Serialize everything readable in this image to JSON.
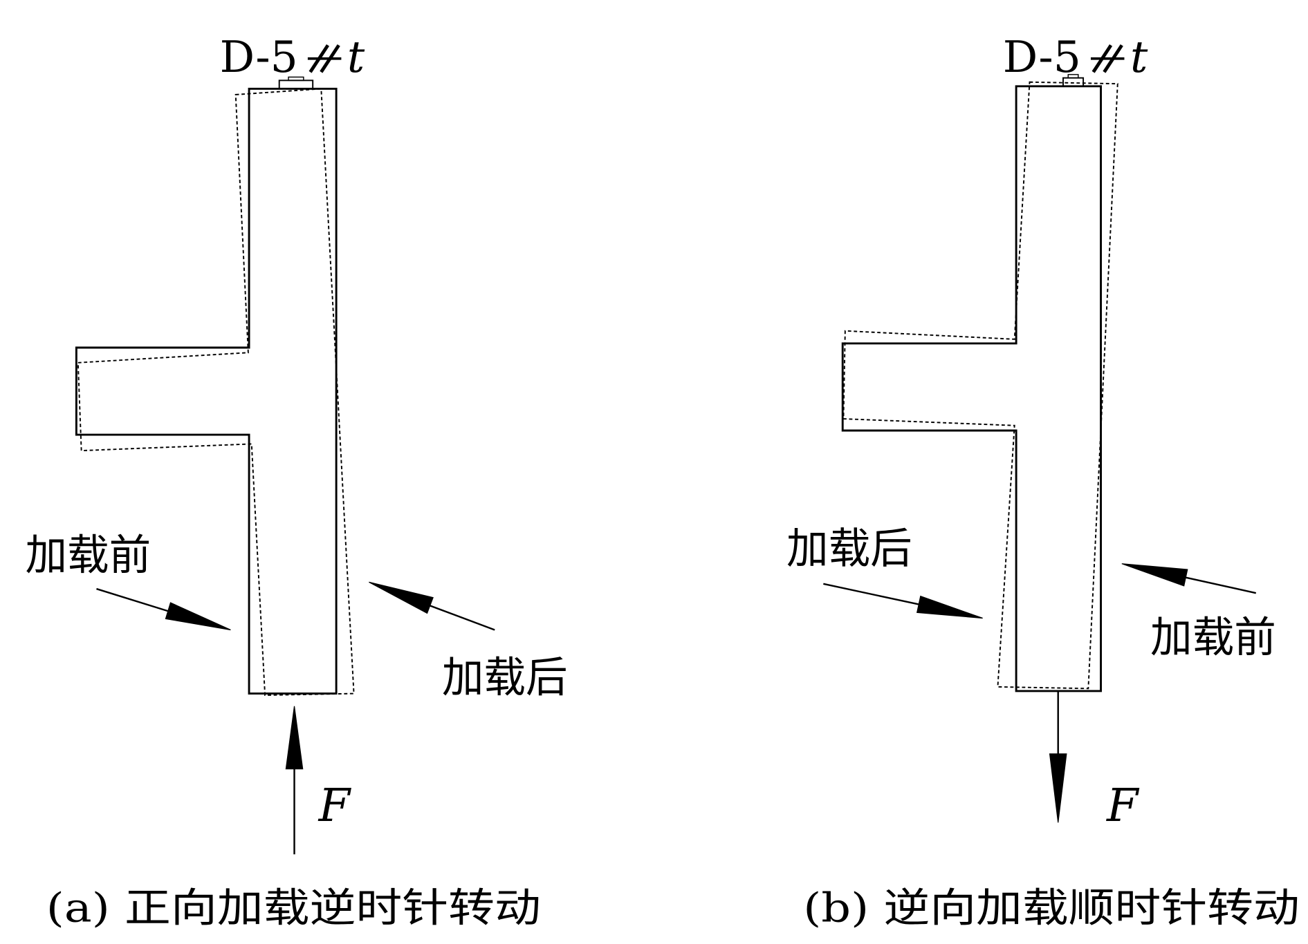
{
  "colors": {
    "stroke": "#000000",
    "background": "#ffffff"
  },
  "panels": [
    {
      "specimen_label": "D-5",
      "gauge_suffix": "t",
      "arrow_left_label": "加载前",
      "arrow_right_label": "加载后",
      "force_label": "F",
      "caption": "(a) 正向加载逆时针转动"
    },
    {
      "specimen_label": "D-5",
      "gauge_suffix": "t",
      "arrow_left_label": "加载后",
      "arrow_right_label": "加载前",
      "force_label": "F",
      "caption": "(b) 逆向加载顺时针转动"
    }
  ]
}
